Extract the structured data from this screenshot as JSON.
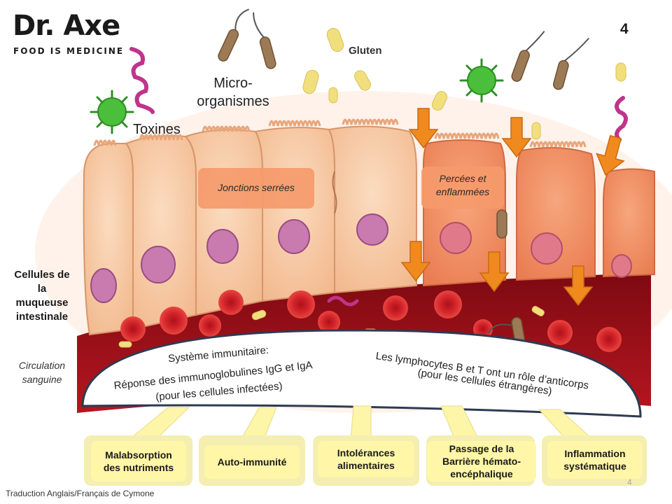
{
  "logo": {
    "main": "Dr. Axe",
    "sub": "FOOD IS MEDICINE"
  },
  "page_number": "4",
  "labels": {
    "gluten": "Gluten",
    "micro": "Micro-\norganismes",
    "toxines": "Toxines",
    "jonctions": "Jonctions serrées",
    "percees": "Percées et\nenflammées",
    "cells": "Cellules de\nla\nmuqueuse\nintestinale",
    "circulation": "Circulation\nsanguine"
  },
  "immune": {
    "line1": "Système immunitaire:",
    "line2": "Réponse des immunoglobulines IgG et IgA",
    "line3": "(pour les cellules infectées)",
    "line4": "Les lymphocytes B et T ont un rôle d’anticorps",
    "line5": "(pour les cellules étrangères)"
  },
  "outcomes": [
    {
      "label": "Malabsorption\ndes nutriments"
    },
    {
      "label": "Auto-immunité"
    },
    {
      "label": "Intolérances\nalimentaires"
    },
    {
      "label": "Passage de la\nBarrière hémato-\nencéphalique"
    },
    {
      "label": "Inflammation\nsystématique"
    }
  ],
  "footer": {
    "credit": "Traduction Anglais/Français de Cymone",
    "page": "4"
  },
  "colors": {
    "cell_normal": "#f7c9a3",
    "cell_inflamed": "#f08e63",
    "blood": "#a8131c",
    "arrow": "#f08a1f",
    "outcome_box": "#fff6a8",
    "virus": "#4bbf3b",
    "toxin": "#c0348a"
  }
}
